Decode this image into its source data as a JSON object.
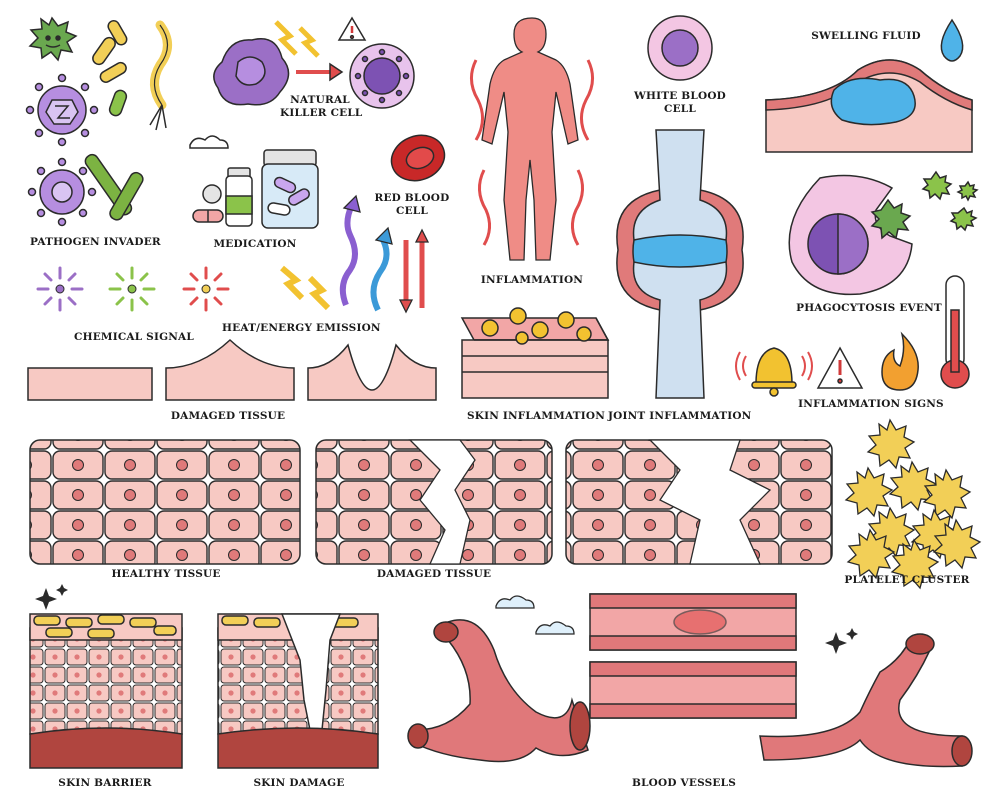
{
  "labels": {
    "pathogen_invader": "PATHOGEN INVADER",
    "natural_killer_cell_1": "NATURAL",
    "natural_killer_cell_2": "KILLER CELL",
    "medication": "MEDICATION",
    "red_blood_cell_1": "RED BLOOD",
    "red_blood_cell_2": "CELL",
    "chemical_signal": "CHEMICAL SIGNAL",
    "heat_energy_emission": "HEAT/ENERGY EMISSION",
    "inflammation": "INFLAMMATION",
    "white_blood_cell_1": "WHITE BLOOD",
    "white_blood_cell_2": "CELL",
    "swelling_fluid": "SWELLING FLUID",
    "phagocytosis_event": "PHAGOCYTOSIS EVENT",
    "damaged_tissue_top": "DAMAGED TISSUE",
    "skin_inflammation": "SKIN INFLAMMATION",
    "joint_inflammation": "JOINT INFLAMMATION",
    "inflammation_signs": "INFLAMMATION SIGNS",
    "healthy_tissue": "HEALTHY TISSUE",
    "damaged_tissue_mid": "DAMAGED TISSUE",
    "platelet_cluster": "PLATELET CLUSTER",
    "skin_barrier": "SKIN BARRIER",
    "skin_damage": "SKIN DAMAGE",
    "blood_vessels": "BLOOD VESSELS"
  },
  "colors": {
    "outline": "#2b2b2b",
    "tissue_pink": "#f7c9c3",
    "nucleus": "#e07a7a",
    "vessel_red": "#e0787a",
    "body_red": "#ef8c86",
    "fluid_blue": "#4fb3e8",
    "purple": "#9b6fc6",
    "green": "#6aa84f",
    "yellow": "#f2cf57"
  }
}
